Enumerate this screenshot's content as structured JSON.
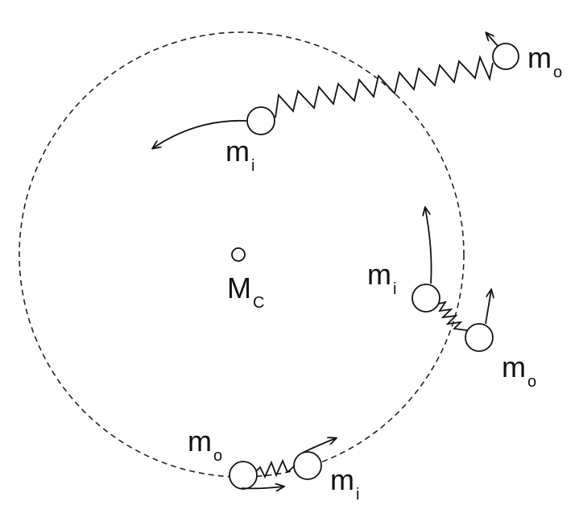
{
  "diagram": {
    "central_mass": {
      "letter": "M",
      "sub": "C"
    },
    "pairs": [
      {
        "inner": {
          "letter": "m",
          "sub": "i"
        },
        "outer": {
          "letter": "m",
          "sub": "o"
        }
      },
      {
        "inner": {
          "letter": "m",
          "sub": "i"
        },
        "outer": {
          "letter": "m",
          "sub": "o"
        }
      },
      {
        "inner": {
          "letter": "m",
          "sub": "i"
        },
        "outer": {
          "letter": "m",
          "sub": "o"
        }
      }
    ]
  },
  "colors": {
    "line": "#111111",
    "background": "#ffffff"
  }
}
